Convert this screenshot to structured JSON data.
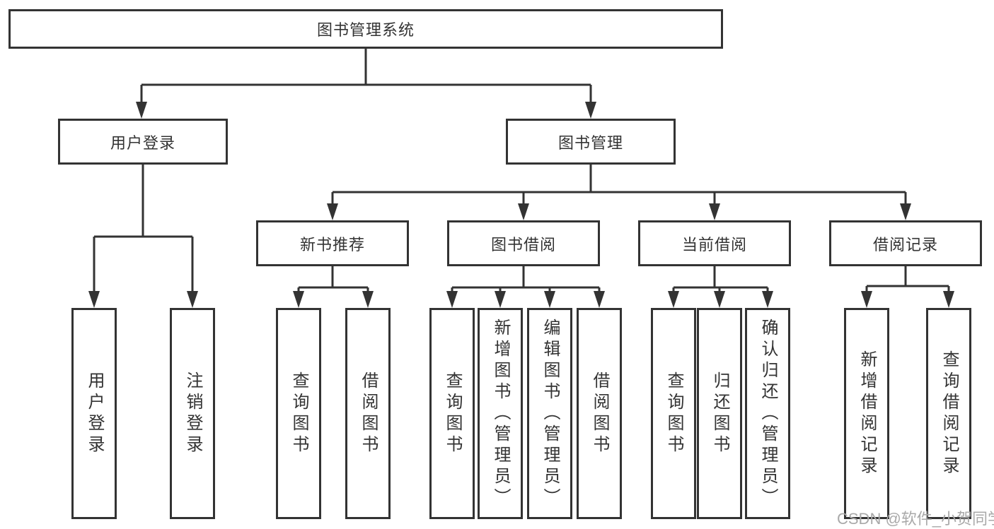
{
  "colors": {
    "line": "#333333",
    "text": "#333333",
    "watermark": "#a9a9a9",
    "background": "#ffffff"
  },
  "watermark": {
    "text": "CSDN @软件_小贺同学"
  },
  "nodes": {
    "root": {
      "label": "图书管理系统"
    },
    "user_login": {
      "label": "用户登录"
    },
    "book_mgmt": {
      "label": "图书管理"
    },
    "new_book_rec": {
      "label": "新书推荐"
    },
    "book_borrow": {
      "label": "图书借阅"
    },
    "current_borrow": {
      "label": "当前借阅"
    },
    "borrow_records": {
      "label": "借阅记录"
    },
    "leaf_user_login": {
      "label": "用户登录"
    },
    "leaf_logout": {
      "label": "注销登录"
    },
    "leaf_nbr_query": {
      "label": "查询图书"
    },
    "leaf_nbr_borrow": {
      "label": "借阅图书"
    },
    "leaf_bb_query": {
      "label": "查询图书"
    },
    "leaf_bb_add": {
      "label": "新增图书（管理员）"
    },
    "leaf_bb_edit": {
      "label": "编辑图书（管理员）"
    },
    "leaf_bb_borrow": {
      "label": "借阅图书"
    },
    "leaf_cb_query": {
      "label": "查询图书"
    },
    "leaf_cb_return": {
      "label": "归还图书"
    },
    "leaf_cb_confirm": {
      "label": "确认归还（管理员）"
    },
    "leaf_br_add": {
      "label": "新增借阅记录"
    },
    "leaf_br_query": {
      "label": "查询借阅记录"
    }
  },
  "hierarchy": {
    "图书管理系统": {
      "用户登录": [
        "用户登录",
        "注销登录"
      ],
      "图书管理": {
        "新书推荐": [
          "查询图书",
          "借阅图书"
        ],
        "图书借阅": [
          "查询图书",
          "新增图书（管理员）",
          "编辑图书（管理员）",
          "借阅图书"
        ],
        "当前借阅": [
          "查询图书",
          "归还图书",
          "确认归还（管理员）"
        ],
        "借阅记录": [
          "新增借阅记录",
          "查询借阅记录"
        ]
      }
    }
  }
}
